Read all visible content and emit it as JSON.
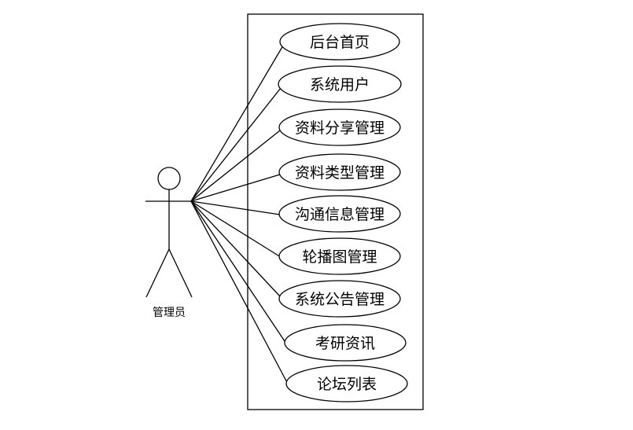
{
  "actor": {
    "label": "管理员"
  },
  "use_cases": [
    {
      "id": "uc-home",
      "label": "后台首页"
    },
    {
      "id": "uc-system-users",
      "label": "系统用户"
    },
    {
      "id": "uc-resource-share",
      "label": "资料分享管理"
    },
    {
      "id": "uc-resource-type",
      "label": "资料类型管理"
    },
    {
      "id": "uc-communication",
      "label": "沟通信息管理"
    },
    {
      "id": "uc-carousel",
      "label": "轮播图管理"
    },
    {
      "id": "uc-notice",
      "label": "系统公告管理"
    },
    {
      "id": "uc-exam-news",
      "label": "考研资讯"
    },
    {
      "id": "uc-forum",
      "label": "论坛列表"
    }
  ]
}
